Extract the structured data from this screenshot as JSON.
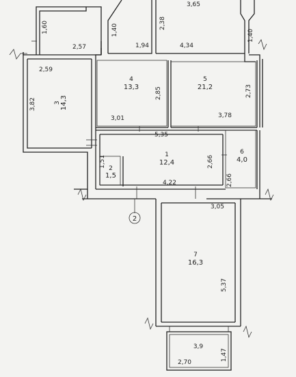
{
  "rooms": [
    {
      "num": "1",
      "area": "12,4"
    },
    {
      "num": "2",
      "area": "1,5"
    },
    {
      "num": "3",
      "area": "14,3"
    },
    {
      "num": "4",
      "area": "13,3"
    },
    {
      "num": "5",
      "area": "21,2"
    },
    {
      "num": "6",
      "area": "4,0"
    },
    {
      "num": "7",
      "area": "16,3"
    }
  ],
  "dimensions": {
    "top_wall": "3,65",
    "left_top_height": "1,60",
    "left_balcony_width": "2,57",
    "room3_width": "2,59",
    "room3_height": "3,82",
    "niche4_height": "1,40",
    "niche4_width": "1,94",
    "corridor_top_height": "2,38",
    "room5_top_width": "4,34",
    "right_niche_height": "1,40",
    "room4_height": "2,85",
    "room4_width": "3,01",
    "room5_height": "2,73",
    "room5_width": "3,78",
    "hall_width": "5,35",
    "room2_height": "1,51",
    "hall_height": "2,66",
    "room6_height": "2,66",
    "hall_bottom_width": "4,22",
    "room7_width": "3,05",
    "room7_height": "5,37",
    "loggia_top_width": "3,9",
    "loggia_width": "2,70",
    "loggia_height": "1,47"
  },
  "axis_marker": "2"
}
